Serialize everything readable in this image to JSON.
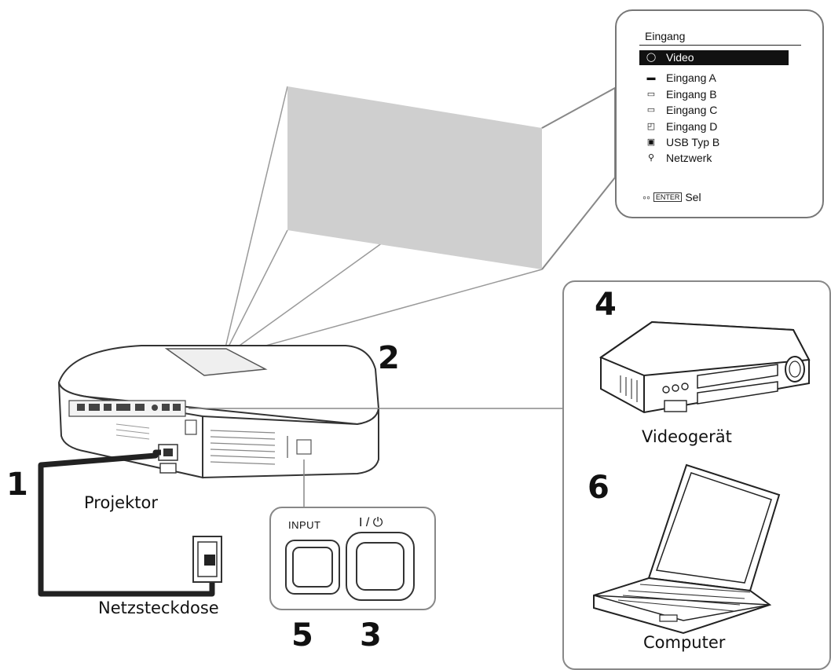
{
  "steps": {
    "s1": "1",
    "s2": "2",
    "s3": "3",
    "s4": "4",
    "s5": "5",
    "s6": "6"
  },
  "captions": {
    "projector": "Projektor",
    "outlet": "Netzsteckdose",
    "video_device": "Videogerät",
    "computer": "Computer"
  },
  "menu": {
    "title": "Eingang",
    "items": [
      {
        "label": "Video",
        "icon": "circle-icon",
        "selected": true
      },
      {
        "label": "Eingang A",
        "icon": "vga-port-icon",
        "selected": false
      },
      {
        "label": "Eingang B",
        "icon": "hdmi-port-icon",
        "selected": false
      },
      {
        "label": "Eingang C",
        "icon": "hdmi-port-icon",
        "selected": false
      },
      {
        "label": "Eingang D",
        "icon": "monitor-port-icon",
        "selected": false
      },
      {
        "label": "USB Typ B",
        "icon": "usb-port-icon",
        "selected": false
      },
      {
        "label": "Netzwerk",
        "icon": "network-icon",
        "selected": false
      }
    ],
    "footer_keys": "ENTER",
    "footer_label": "Sel"
  },
  "control_panel": {
    "input_label": "INPUT",
    "power_label": "I / ⏻"
  }
}
